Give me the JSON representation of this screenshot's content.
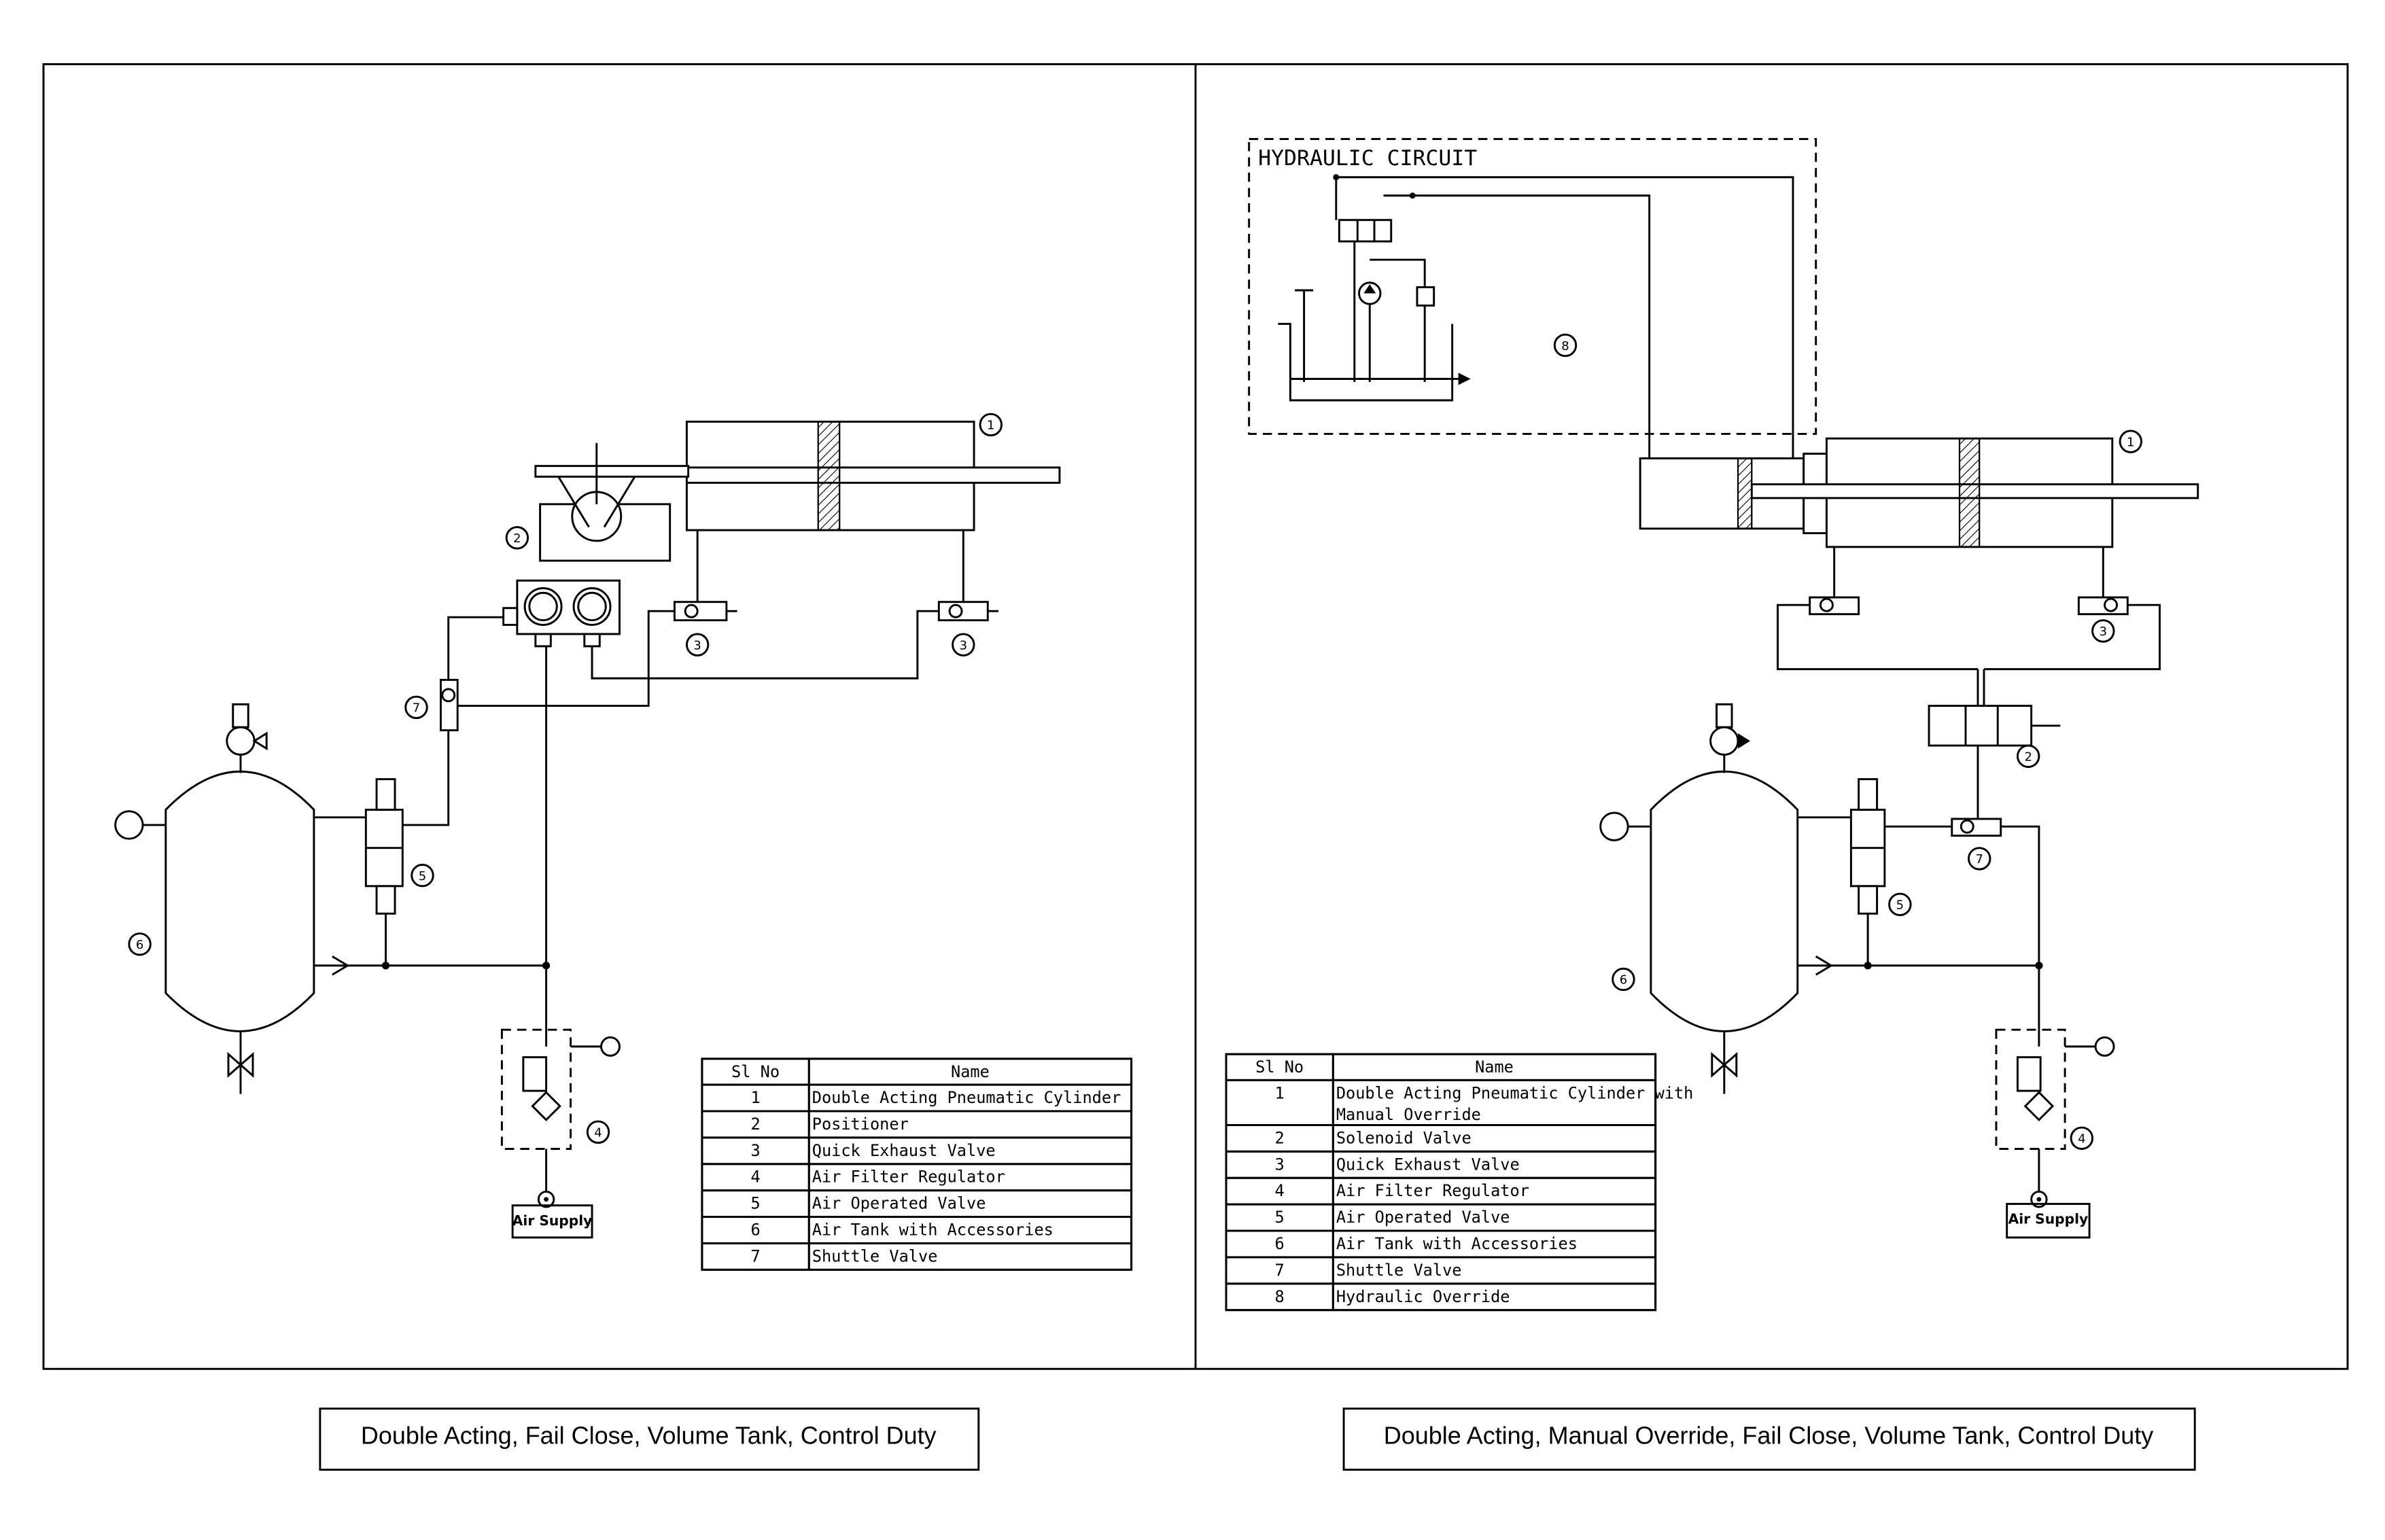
{
  "left_panel": {
    "caption": "Double Acting, Fail Close, Volume Tank, Control Duty",
    "air_supply_label": "Air Supply",
    "balloons": [
      "1",
      "2",
      "3",
      "3",
      "4",
      "5",
      "6",
      "7"
    ],
    "table": {
      "headers": [
        "Sl No",
        "Name"
      ],
      "rows": [
        [
          "1",
          "Double Acting Pneumatic Cylinder"
        ],
        [
          "2",
          "Positioner"
        ],
        [
          "3",
          "Quick Exhaust Valve"
        ],
        [
          "4",
          "Air Filter Regulator"
        ],
        [
          "5",
          "Air Operated Valve"
        ],
        [
          "6",
          "Air Tank with Accessories"
        ],
        [
          "7",
          "Shuttle Valve"
        ]
      ]
    }
  },
  "right_panel": {
    "caption": "Double Acting, Manual Override, Fail Close, Volume Tank, Control Duty",
    "hydraulic_title": "HYDRAULIC CIRCUIT",
    "air_supply_label": "Air Supply",
    "balloons": [
      "1",
      "2",
      "3",
      "4",
      "5",
      "6",
      "7",
      "8"
    ],
    "table": {
      "headers": [
        "Sl No",
        "Name"
      ],
      "rows": [
        [
          "1",
          "Double Acting Pneumatic Cylinder with",
          "Manual Override"
        ],
        [
          "2",
          "Solenoid Valve"
        ],
        [
          "3",
          "Quick Exhaust Valve"
        ],
        [
          "4",
          "Air Filter Regulator"
        ],
        [
          "5",
          "Air Operated Valve"
        ],
        [
          "6",
          "Air Tank with Accessories"
        ],
        [
          "7",
          "Shuttle Valve"
        ],
        [
          "8",
          "Hydraulic Override"
        ]
      ]
    }
  }
}
